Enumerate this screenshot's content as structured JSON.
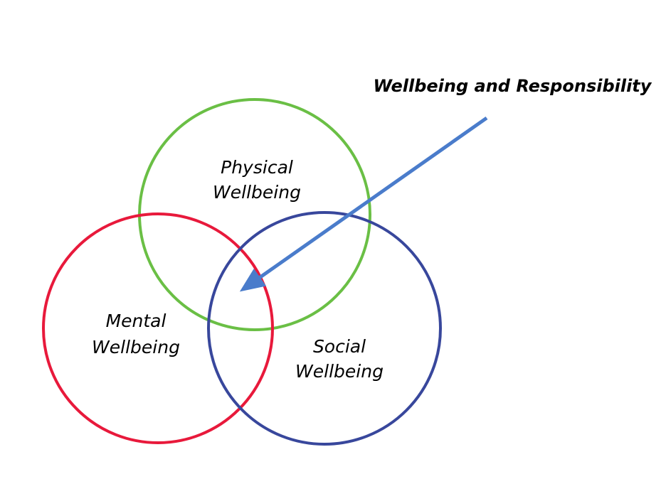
{
  "title": "Wellbeing and Responsibility",
  "circles": {
    "physical": {
      "line1": "Physical",
      "line2": "Wellbeing",
      "color": "#6abf45"
    },
    "mental": {
      "line1": "Mental",
      "line2": "Wellbeing",
      "color": "#e8193b"
    },
    "social": {
      "line1": "Social",
      "line2": "Wellbeing",
      "color": "#38479c"
    }
  },
  "arrow_color": "#4a7ccb"
}
